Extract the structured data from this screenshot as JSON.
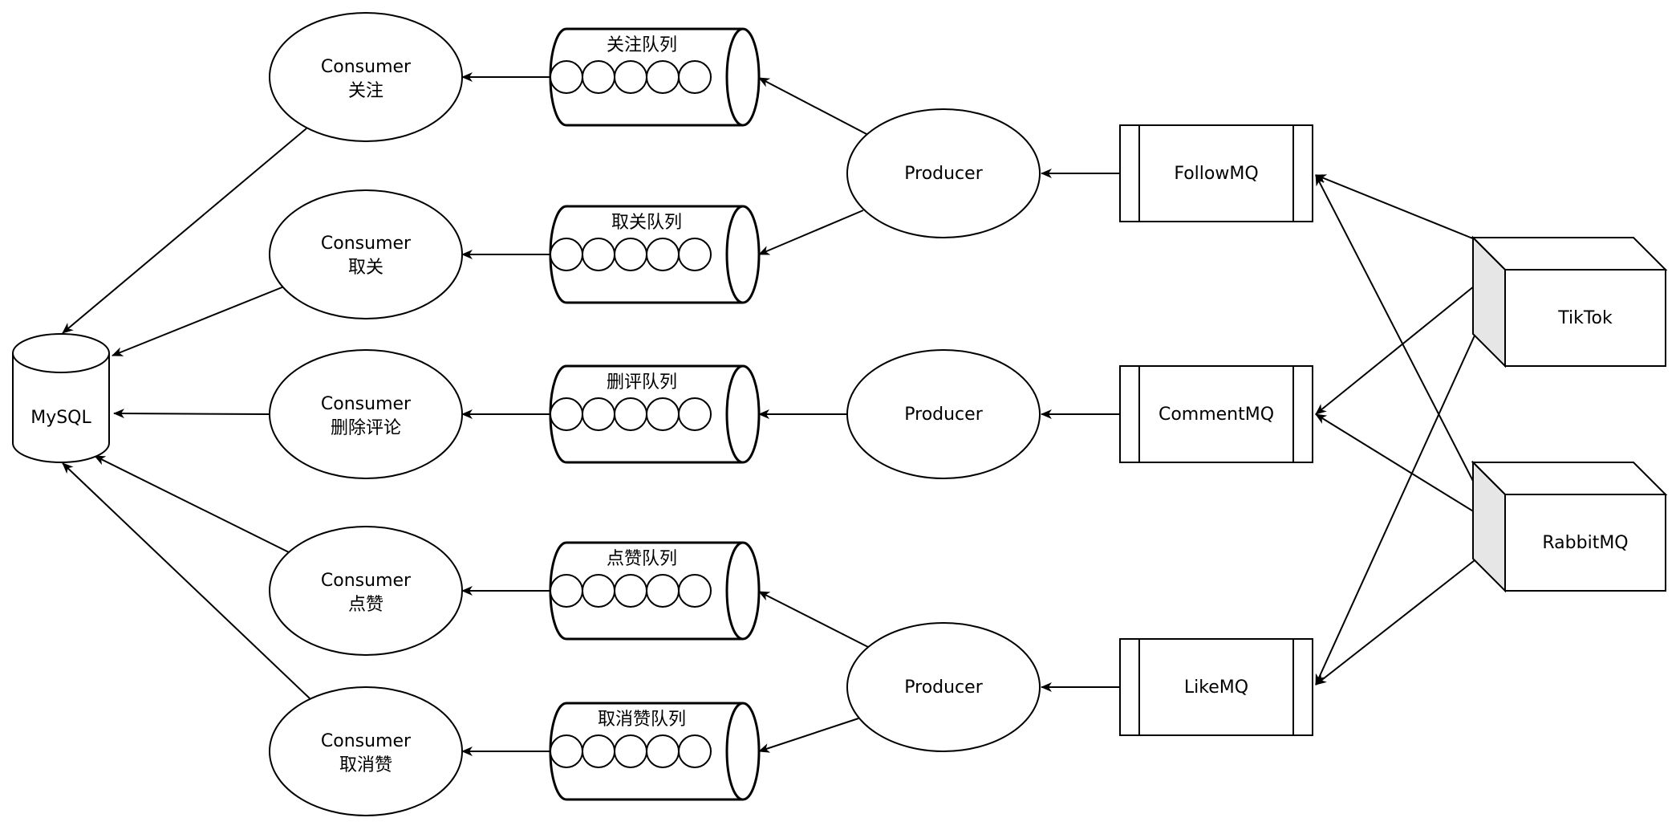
{
  "colors": {
    "stroke": "#000000",
    "background": "#ffffff",
    "cube_side": "#e6e6e6"
  },
  "database": {
    "label": "MySQL"
  },
  "consumers": [
    {
      "line1": "Consumer",
      "line2": "关注"
    },
    {
      "line1": "Consumer",
      "line2": "取关"
    },
    {
      "line1": "Consumer",
      "line2": "删除评论"
    },
    {
      "line1": "Consumer",
      "line2": "点赞"
    },
    {
      "line1": "Consumer",
      "line2": "取消赞"
    }
  ],
  "queues": [
    {
      "label": "关注队列"
    },
    {
      "label": "取关队列"
    },
    {
      "label": "删评队列"
    },
    {
      "label": "点赞队列"
    },
    {
      "label": "取消赞队列"
    }
  ],
  "producers": [
    {
      "label": "Producer"
    },
    {
      "label": "Producer"
    },
    {
      "label": "Producer"
    }
  ],
  "mq_boxes": [
    {
      "label": "FollowMQ"
    },
    {
      "label": "CommentMQ"
    },
    {
      "label": "LikeMQ"
    }
  ],
  "nodes": [
    {
      "label": "TikTok"
    },
    {
      "label": "RabbitMQ"
    }
  ]
}
